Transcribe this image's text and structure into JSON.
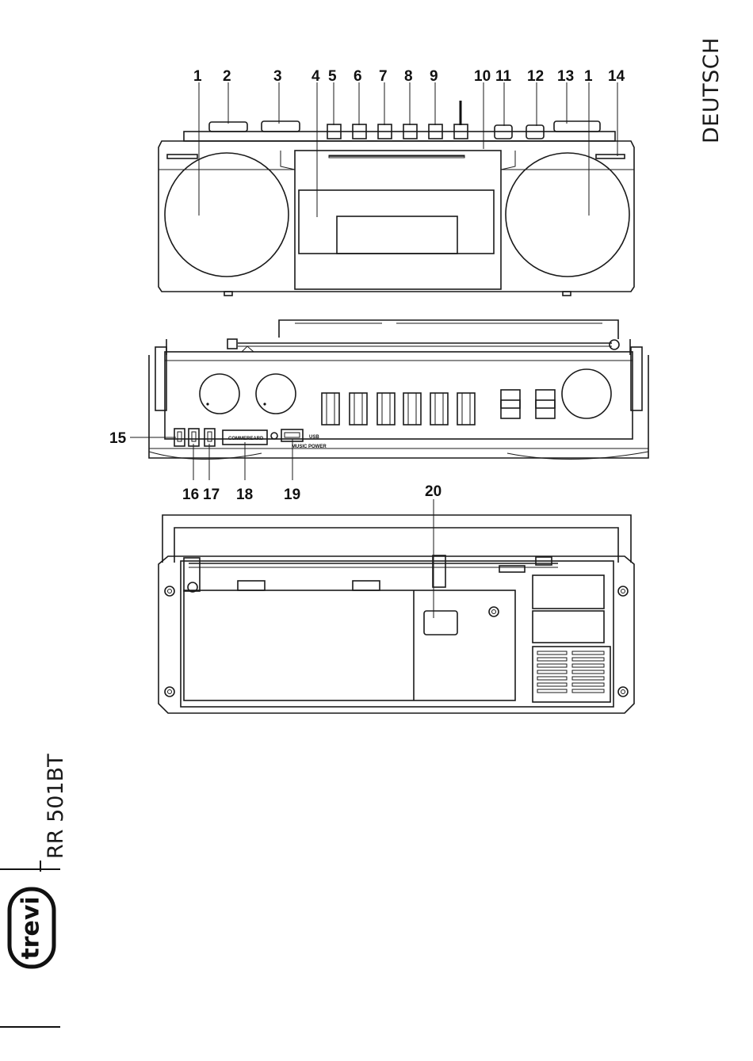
{
  "side_label": "DEUTSCH",
  "model": "RR 501BT",
  "brand": "trevi",
  "diagram": {
    "front_labels": [
      "1",
      "2",
      "3",
      "4",
      "5",
      "6",
      "7",
      "8",
      "9",
      "10",
      "11",
      "12",
      "13",
      "1",
      "14"
    ],
    "top_labels": [
      "15",
      "16",
      "17",
      "18",
      "19"
    ],
    "back_label": "20",
    "panel_texts": {
      "card": "COMMEREARD",
      "usb": "USB",
      "music_power": "MUSIC POWER"
    }
  }
}
